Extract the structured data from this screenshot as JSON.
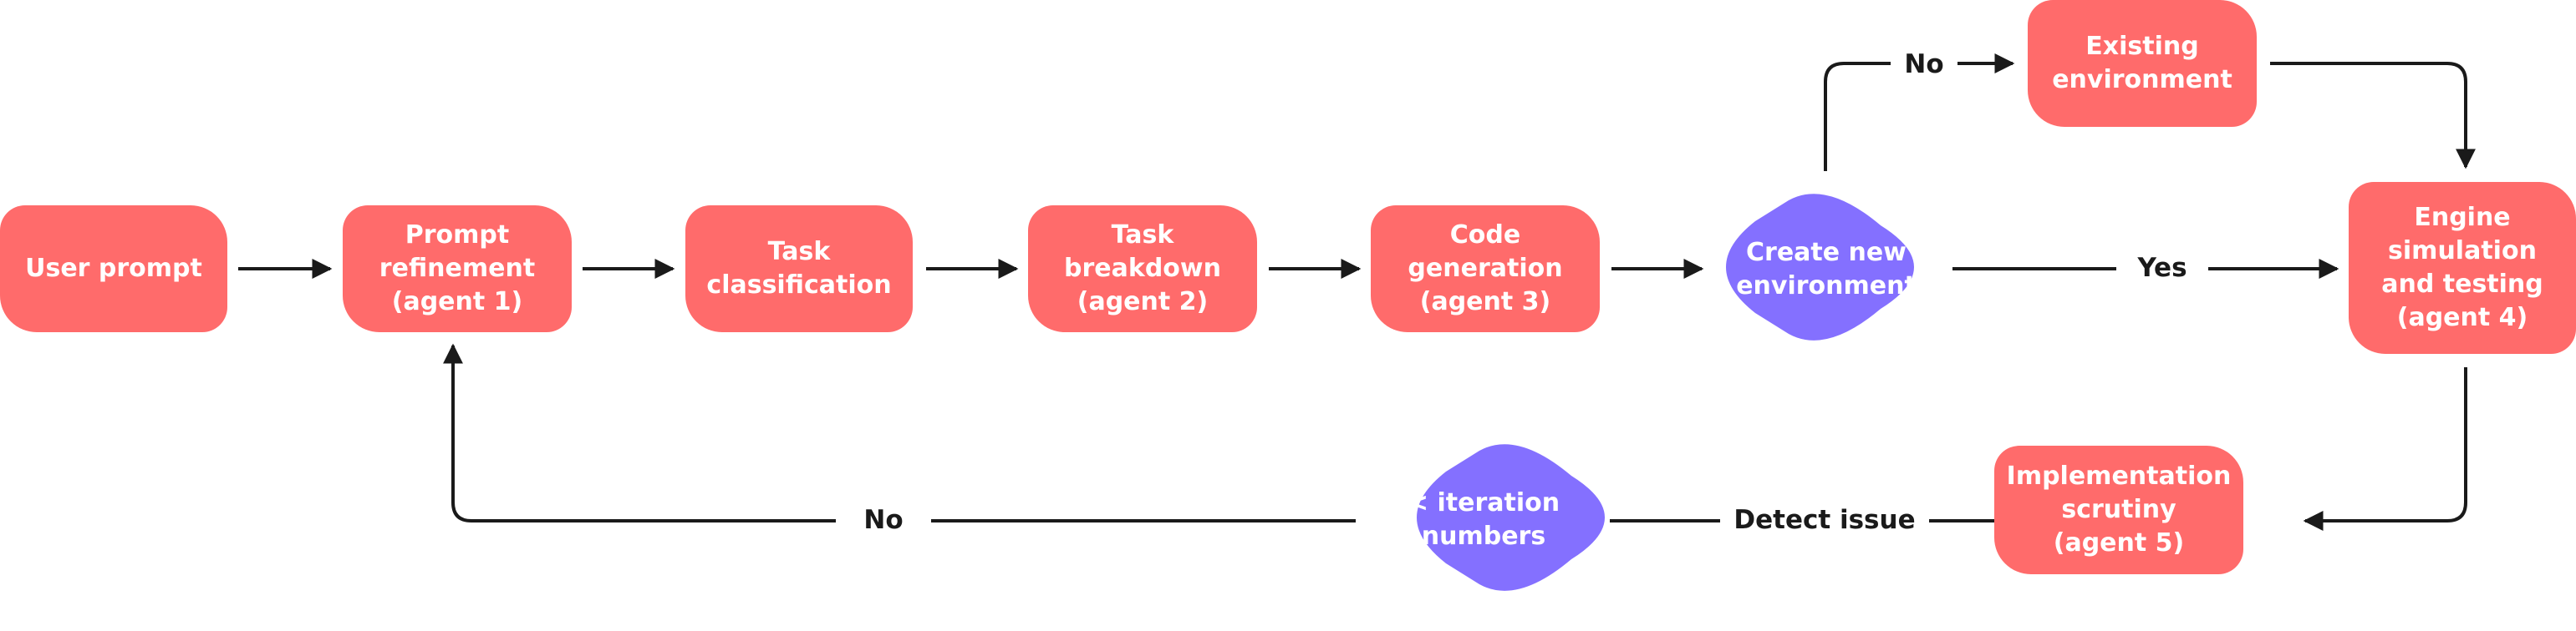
{
  "colors": {
    "process_fill": "#ff6b6b",
    "decision_fill": "#8470ff",
    "text_on_shape": "#ffffff",
    "arrow": "#1a1a1a",
    "edge_label": "#1a1a1a"
  },
  "nodes": {
    "user_prompt": "User prompt",
    "prompt_refinement": "Prompt\nrefinement\n(agent 1)",
    "task_classification": "Task\nclassification",
    "task_breakdown": "Task\nbreakdown\n(agent 2)",
    "code_generation": "Code\ngeneration\n(agent 3)",
    "create_new_environment": "Create new\nenvironment",
    "existing_environment": "Existing\nenvironment",
    "engine_simulation": "Engine\nsimulation\nand testing\n(agent 4)",
    "implementation_scrutiny": "Implementation\nscrutiny\n(agent 5)",
    "iteration_numbers": "< iteration\nnumbers"
  },
  "edge_labels": {
    "no_top": "No",
    "yes": "Yes",
    "detect_issue": "Detect issue",
    "no_bottom": "No"
  }
}
